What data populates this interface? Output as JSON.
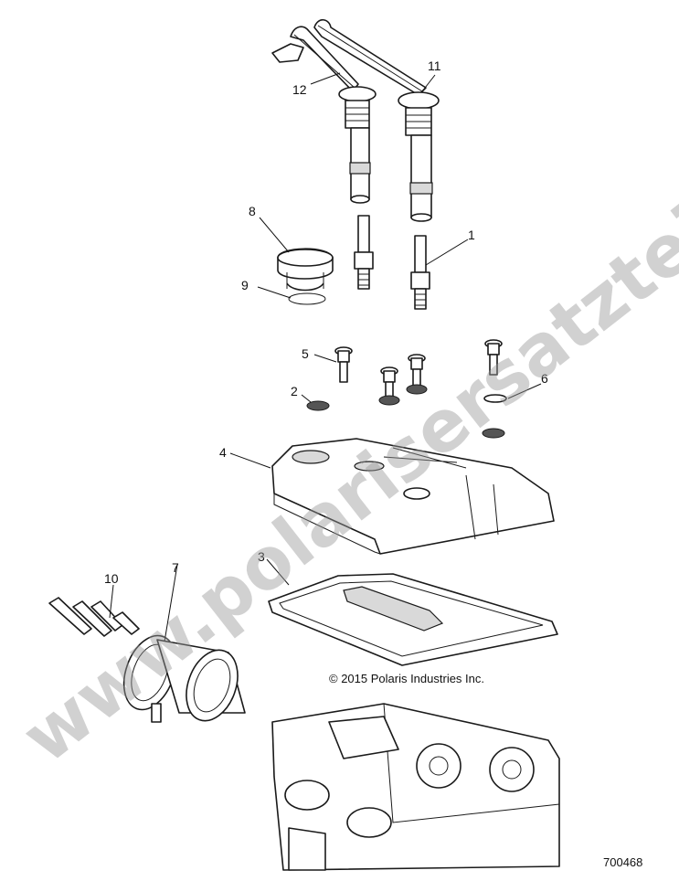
{
  "callouts": {
    "c1": "1",
    "c2": "2",
    "c3": "3",
    "c4": "4",
    "c5": "5",
    "c6": "6",
    "c7": "7",
    "c8": "8",
    "c9": "9",
    "c10": "10",
    "c11": "11",
    "c12": "12"
  },
  "copyright": "© 2015 Polaris Industries Inc.",
  "figure_number": "700468",
  "watermark": "www.polarisersatzteile.de"
}
